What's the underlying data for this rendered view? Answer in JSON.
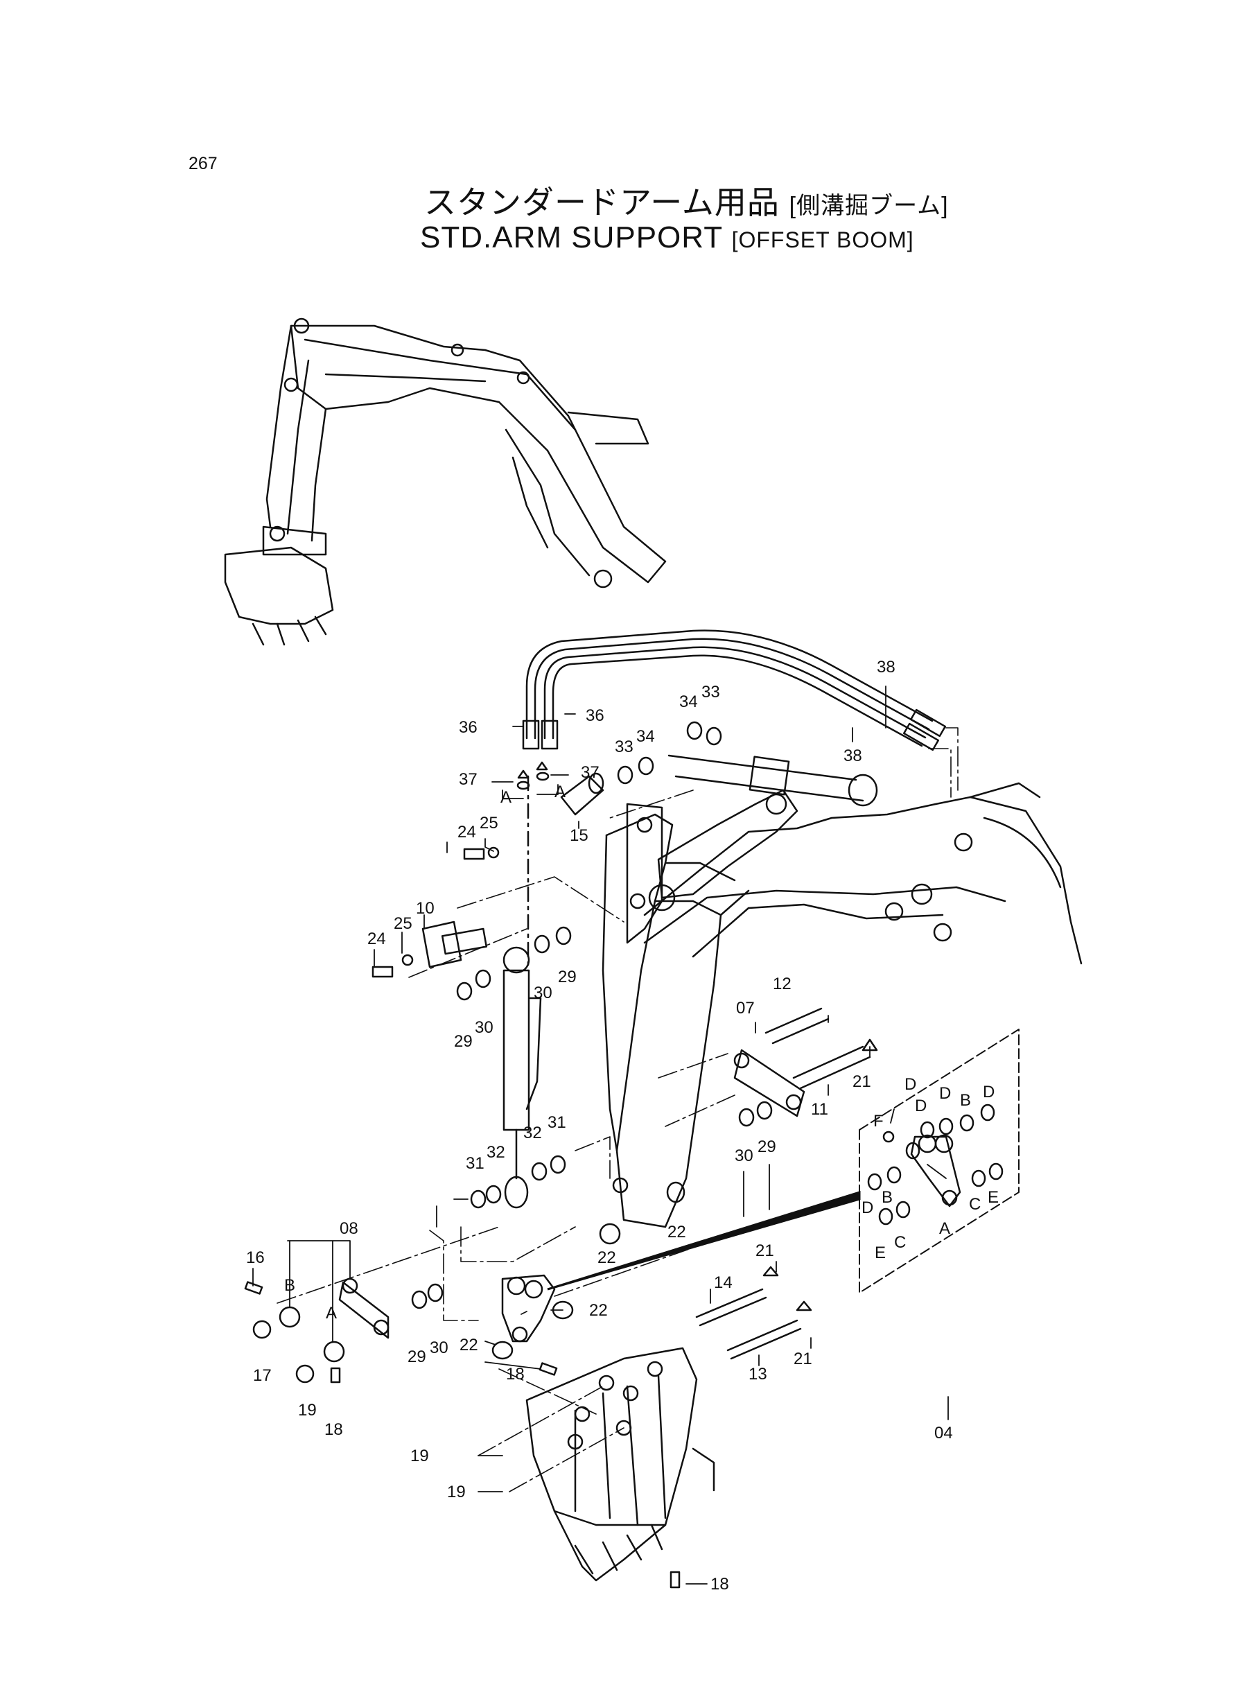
{
  "page_number": "267",
  "title_jp": "スタンダードアーム用品",
  "subtitle_jp": "[側溝掘ブーム]",
  "title_en": "STD.ARM SUPPORT",
  "subtitle_en": "[OFFSET BOOM]",
  "callouts": [
    {
      "id": "c36a",
      "text": "36"
    },
    {
      "id": "c36b",
      "text": "36"
    },
    {
      "id": "c37a",
      "text": "37"
    },
    {
      "id": "c37b",
      "text": "37"
    },
    {
      "id": "cAa",
      "text": "A"
    },
    {
      "id": "cAb",
      "text": "A"
    },
    {
      "id": "c38a",
      "text": "38"
    },
    {
      "id": "c38b",
      "text": "38"
    },
    {
      "id": "c34a",
      "text": "34"
    },
    {
      "id": "c33a",
      "text": "33"
    },
    {
      "id": "c33b",
      "text": "33"
    },
    {
      "id": "c34b",
      "text": "34"
    },
    {
      "id": "c24a",
      "text": "24"
    },
    {
      "id": "c25a",
      "text": "25"
    },
    {
      "id": "c15",
      "text": "15"
    },
    {
      "id": "c24b",
      "text": "24"
    },
    {
      "id": "c25b",
      "text": "25"
    },
    {
      "id": "c10",
      "text": "10"
    },
    {
      "id": "c29a",
      "text": "29"
    },
    {
      "id": "c30a",
      "text": "30"
    },
    {
      "id": "c29b",
      "text": "29"
    },
    {
      "id": "c30b",
      "text": "30"
    },
    {
      "id": "c12",
      "text": "12"
    },
    {
      "id": "c07",
      "text": "07"
    },
    {
      "id": "c21a",
      "text": "21"
    },
    {
      "id": "c11",
      "text": "11"
    },
    {
      "id": "c30c",
      "text": "30"
    },
    {
      "id": "c29c",
      "text": "29"
    },
    {
      "id": "c31a",
      "text": "31"
    },
    {
      "id": "c32a",
      "text": "32"
    },
    {
      "id": "c31b",
      "text": "31"
    },
    {
      "id": "c32b",
      "text": "32"
    },
    {
      "id": "c22a",
      "text": "22"
    },
    {
      "id": "c22b",
      "text": "22"
    },
    {
      "id": "c22c",
      "text": "22"
    },
    {
      "id": "c22d",
      "text": "22"
    },
    {
      "id": "c16",
      "text": "16"
    },
    {
      "id": "c08",
      "text": "08"
    },
    {
      "id": "cB1",
      "text": "B"
    },
    {
      "id": "cA1",
      "text": "A"
    },
    {
      "id": "c17",
      "text": "17"
    },
    {
      "id": "c19a",
      "text": "19"
    },
    {
      "id": "c18a",
      "text": "18"
    },
    {
      "id": "c29d",
      "text": "29"
    },
    {
      "id": "c30d",
      "text": "30"
    },
    {
      "id": "c18b",
      "text": "18"
    },
    {
      "id": "c19b",
      "text": "19"
    },
    {
      "id": "c19c",
      "text": "19"
    },
    {
      "id": "c18c",
      "text": "18"
    },
    {
      "id": "c14",
      "text": "14"
    },
    {
      "id": "c21b",
      "text": "21"
    },
    {
      "id": "c13",
      "text": "13"
    },
    {
      "id": "c21c",
      "text": "21"
    },
    {
      "id": "cF",
      "text": "F"
    },
    {
      "id": "cD1",
      "text": "D"
    },
    {
      "id": "cD2",
      "text": "D"
    },
    {
      "id": "cB2",
      "text": "B"
    },
    {
      "id": "cD3",
      "text": "D"
    },
    {
      "id": "cD4",
      "text": "D"
    },
    {
      "id": "cB3",
      "text": "B"
    },
    {
      "id": "cD5",
      "text": "D"
    },
    {
      "id": "cC1",
      "text": "C"
    },
    {
      "id": "cE1",
      "text": "E"
    },
    {
      "id": "cA2",
      "text": "A"
    },
    {
      "id": "cC2",
      "text": "C"
    },
    {
      "id": "cE2",
      "text": "E"
    },
    {
      "id": "c04",
      "text": "04"
    }
  ]
}
